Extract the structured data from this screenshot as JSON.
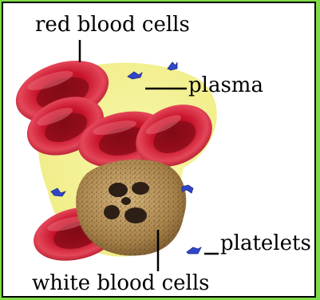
{
  "labels": {
    "red_blood_cells": "red blood cells",
    "plasma": "plasma",
    "platelets": "platelets",
    "white_blood_cells": "white blood cells"
  },
  "colors": {
    "background": "#7edc46",
    "panel": "#ffffff",
    "border": "#000000",
    "plasma": "#f1ef8a",
    "rbc_dark": "#8f0d1b",
    "rbc_mid": "#c9142b",
    "rbc_light": "#e84a5b",
    "wbc_body": "#b08a4e",
    "wbc_nucleus": "#2d1f16",
    "platelet": "#3046c8"
  }
}
